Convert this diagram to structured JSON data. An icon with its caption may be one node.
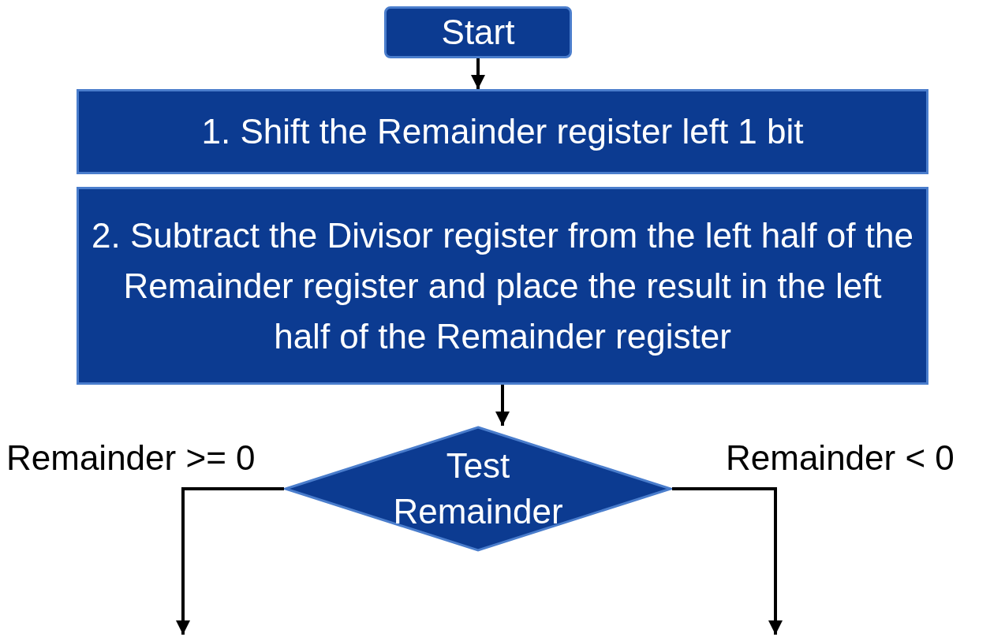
{
  "diagram": {
    "nodes": [
      {
        "text": [
          "Start"
        ]
      },
      {
        "text": [
          "1. Shift the Remainder register left 1 bit"
        ]
      },
      {
        "text": [
          "2. Subtract the Divisor register from the left half of the Remainder register and place the result in the left half of the Remainder register"
        ]
      },
      {
        "text": [
          "Test Remainder"
        ]
      }
    ],
    "edges": [
      {
        "from": 0,
        "to": 1,
        "arrow": "to"
      },
      {
        "from": 2,
        "to": 3,
        "arrow": "to"
      },
      {
        "from": 3,
        "to": null,
        "arrow": "to",
        "label": "Remainder >= 0"
      },
      {
        "from": 3,
        "to": null,
        "arrow": "to",
        "label": "Remainder < 0"
      }
    ]
  }
}
